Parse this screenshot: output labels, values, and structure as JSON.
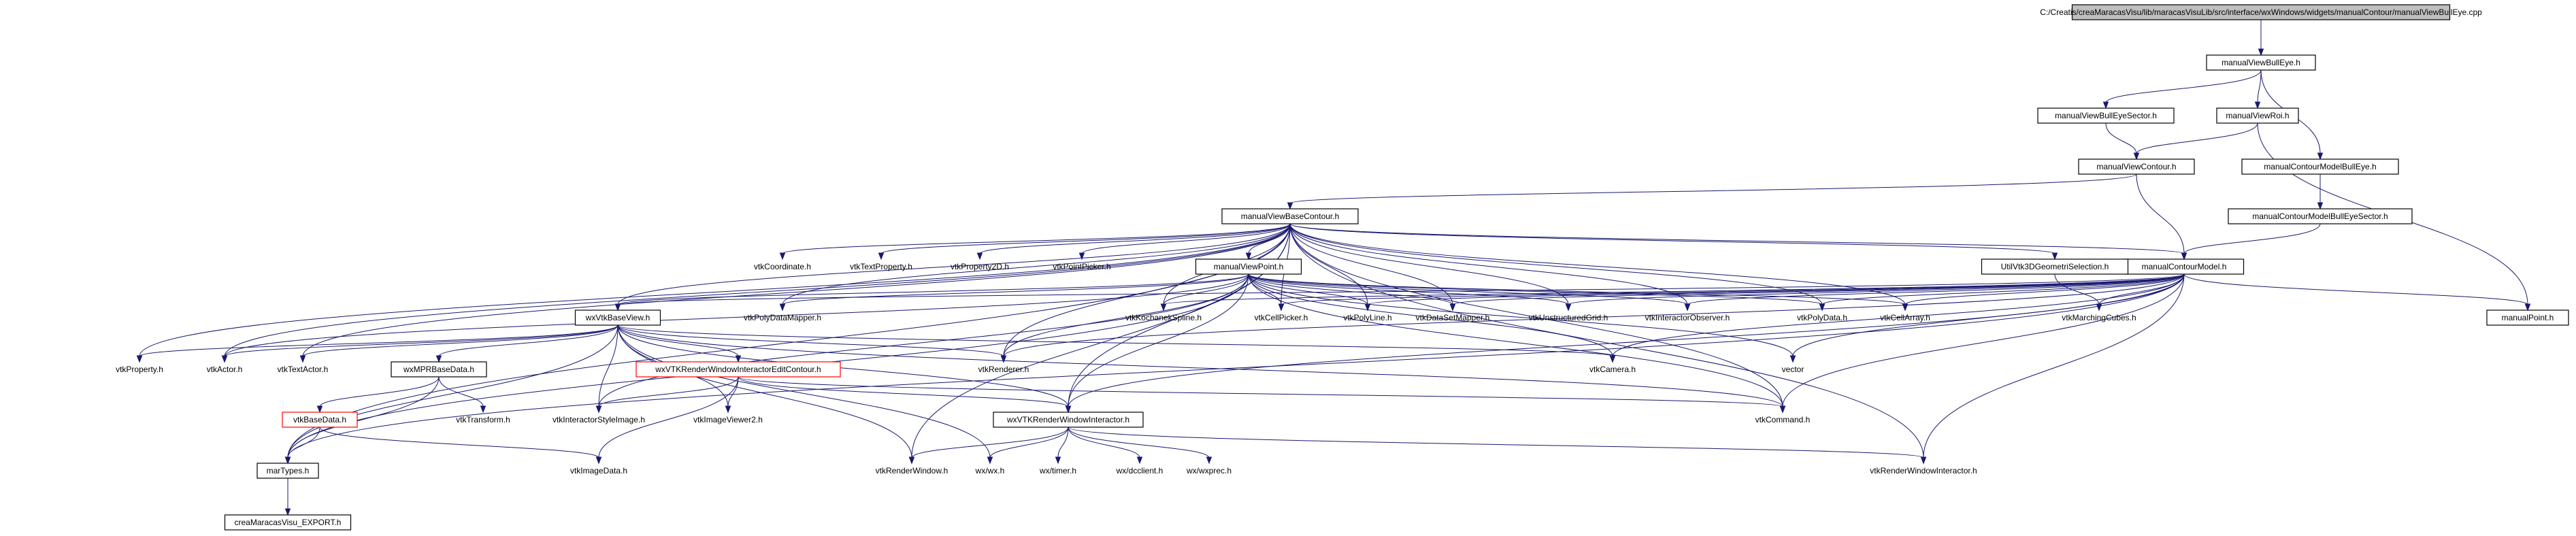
{
  "graph": {
    "nodes": [
      {
        "id": "root",
        "label": "C:/Creatis/creaMaracasVisu/lib/maracasVisuLib/src/interface/wxWindows/widgets/manualContour/manualViewBullEye.cpp",
        "style": "root"
      },
      {
        "id": "bulleye_h",
        "label": "manualViewBullEye.h",
        "style": "box"
      },
      {
        "id": "bulleyesector_h",
        "label": "manualViewBullEyeSector.h",
        "style": "box"
      },
      {
        "id": "roi_h",
        "label": "manualViewRoi.h",
        "style": "box"
      },
      {
        "id": "cmbulleye_h",
        "label": "manualContourModelBullEye.h",
        "style": "box"
      },
      {
        "id": "viewcontour_h",
        "label": "manualViewContour.h",
        "style": "box"
      },
      {
        "id": "cmbulleyesector_h",
        "label": "manualContourModelBullEyeSector.h",
        "style": "box"
      },
      {
        "id": "basecontour_h",
        "label": "manualViewBaseContour.h",
        "style": "box"
      },
      {
        "id": "cmodel_h",
        "label": "manualContourModel.h",
        "style": "box"
      },
      {
        "id": "viewpoint_h",
        "label": "manualViewPoint.h",
        "style": "box"
      },
      {
        "id": "util3d_h",
        "label": "UtilVtk3DGeometriSelection.h",
        "style": "box"
      },
      {
        "id": "vtkcoord",
        "label": "vtkCoordinate.h",
        "style": "plain"
      },
      {
        "id": "vtktextprop",
        "label": "vtkTextProperty.h",
        "style": "plain"
      },
      {
        "id": "vtkprop2d",
        "label": "vtkProperty2D.h",
        "style": "plain"
      },
      {
        "id": "vtkpointpicker",
        "label": "vtkPointPicker.h",
        "style": "plain"
      },
      {
        "id": "wxvtkbaseview",
        "label": "wxVtkBaseView.h",
        "style": "box"
      },
      {
        "id": "vtkpolydatamapper",
        "label": "vtkPolyDataMapper.h",
        "style": "plain"
      },
      {
        "id": "vtkkochanek",
        "label": "vtkKochanekSpline.h",
        "style": "plain"
      },
      {
        "id": "vtkcellpicker",
        "label": "vtkCellPicker.h",
        "style": "plain"
      },
      {
        "id": "vtkpolyline",
        "label": "vtkPolyLine.h",
        "style": "plain"
      },
      {
        "id": "vtkdatasetmapper",
        "label": "vtkDataSetMapper.h",
        "style": "plain"
      },
      {
        "id": "vtkunstructured",
        "label": "vtkUnstructuredGrid.h",
        "style": "plain"
      },
      {
        "id": "vtkinteractorobs",
        "label": "vtkInteractorObserver.h",
        "style": "plain"
      },
      {
        "id": "vtkpolydata",
        "label": "vtkPolyData.h",
        "style": "plain"
      },
      {
        "id": "vtkcellarray",
        "label": "vtkCellArray.h",
        "style": "plain"
      },
      {
        "id": "vtkmarching",
        "label": "vtkMarchingCubes.h",
        "style": "plain"
      },
      {
        "id": "manualpoint_h",
        "label": "manualPoint.h",
        "style": "box"
      },
      {
        "id": "vtkproperty",
        "label": "vtkProperty.h",
        "style": "plain"
      },
      {
        "id": "vtkactor",
        "label": "vtkActor.h",
        "style": "plain"
      },
      {
        "id": "vtktextactor",
        "label": "vtkTextActor.h",
        "style": "plain"
      },
      {
        "id": "wxmprbasedata",
        "label": "wxMPRBaseData.h",
        "style": "box"
      },
      {
        "id": "wxvtkrwiedit",
        "label": "wxVTKRenderWindowInteractorEditContour.h",
        "style": "red"
      },
      {
        "id": "vtkrenderer",
        "label": "vtkRenderer.h",
        "style": "plain"
      },
      {
        "id": "vtkcamera",
        "label": "vtkCamera.h",
        "style": "plain"
      },
      {
        "id": "vector",
        "label": "vector",
        "style": "plain"
      },
      {
        "id": "vtkbasedata",
        "label": "vtkBaseData.h",
        "style": "red"
      },
      {
        "id": "vtktransform",
        "label": "vtkTransform.h",
        "style": "plain"
      },
      {
        "id": "vtkinteractorstyleimage",
        "label": "vtkInteractorStyleImage.h",
        "style": "plain"
      },
      {
        "id": "vtkimageviewer2",
        "label": "vtkImageViewer2.h",
        "style": "plain"
      },
      {
        "id": "wxvtkrwi",
        "label": "wxVTKRenderWindowInteractor.h",
        "style": "box"
      },
      {
        "id": "vtkcommand",
        "label": "vtkCommand.h",
        "style": "plain"
      },
      {
        "id": "martypes",
        "label": "marTypes.h",
        "style": "box"
      },
      {
        "id": "vtkimagedata",
        "label": "vtkImageData.h",
        "style": "plain"
      },
      {
        "id": "vtkrenderwindow",
        "label": "vtkRenderWindow.h",
        "style": "plain"
      },
      {
        "id": "wxwx",
        "label": "wx/wx.h",
        "style": "plain"
      },
      {
        "id": "wxtimer",
        "label": "wx/timer.h",
        "style": "plain"
      },
      {
        "id": "wxdcclient",
        "label": "wx/dcclient.h",
        "style": "plain"
      },
      {
        "id": "wxwxprec",
        "label": "wx/wxprec.h",
        "style": "plain"
      },
      {
        "id": "vtkrwi",
        "label": "vtkRenderWindowInteractor.h",
        "style": "plain"
      },
      {
        "id": "export",
        "label": "creaMaracasVisu_EXPORT.h",
        "style": "box"
      }
    ]
  }
}
